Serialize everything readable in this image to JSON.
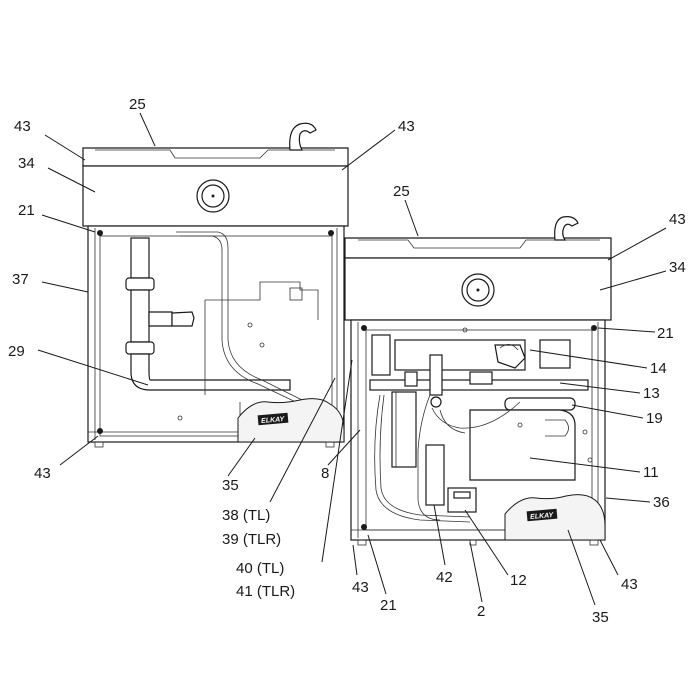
{
  "diagram": {
    "callouts": [
      {
        "id": "c-25a",
        "text": "25"
      },
      {
        "id": "c-43a",
        "text": "43"
      },
      {
        "id": "c-43b",
        "text": "43"
      },
      {
        "id": "c-34a",
        "text": "34"
      },
      {
        "id": "c-21a",
        "text": "21"
      },
      {
        "id": "c-37",
        "text": "37"
      },
      {
        "id": "c-29",
        "text": "29"
      },
      {
        "id": "c-43c",
        "text": "43"
      },
      {
        "id": "c-35a",
        "text": "35"
      },
      {
        "id": "c-38",
        "text": "38 (TL)"
      },
      {
        "id": "c-39",
        "text": "39 (TLR)"
      },
      {
        "id": "c-8",
        "text": "8"
      },
      {
        "id": "c-40",
        "text": "40 (TL)"
      },
      {
        "id": "c-41",
        "text": "41 (TLR)"
      },
      {
        "id": "c-43d",
        "text": "43"
      },
      {
        "id": "c-21b",
        "text": "21"
      },
      {
        "id": "c-25b",
        "text": "25"
      },
      {
        "id": "c-43e",
        "text": "43"
      },
      {
        "id": "c-34b",
        "text": "34"
      },
      {
        "id": "c-21c",
        "text": "21"
      },
      {
        "id": "c-14",
        "text": "14"
      },
      {
        "id": "c-13",
        "text": "13"
      },
      {
        "id": "c-19",
        "text": "19"
      },
      {
        "id": "c-11",
        "text": "11"
      },
      {
        "id": "c-36",
        "text": "36"
      },
      {
        "id": "c-42",
        "text": "42"
      },
      {
        "id": "c-12",
        "text": "12"
      },
      {
        "id": "c-2",
        "text": "2"
      },
      {
        "id": "c-43f",
        "text": "43"
      },
      {
        "id": "c-35b",
        "text": "35"
      }
    ],
    "logo_text": "ELKAY"
  }
}
